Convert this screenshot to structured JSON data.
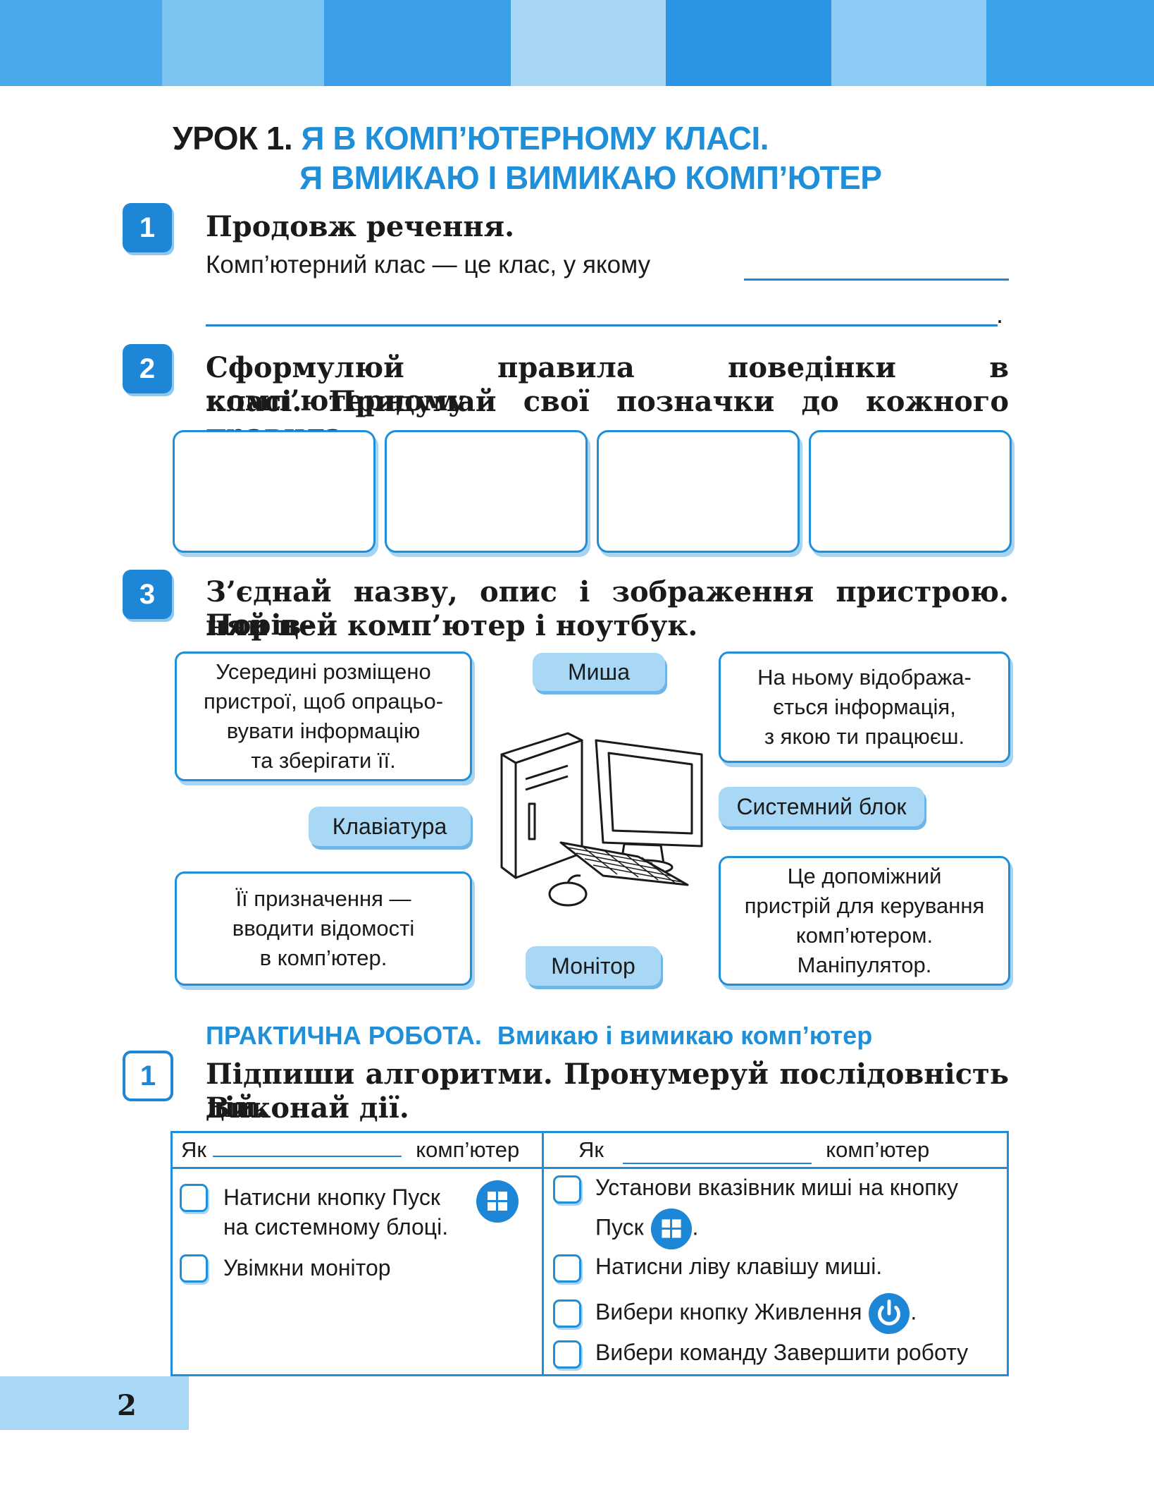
{
  "colors": {
    "accent": "#1e86d6",
    "band": [
      "#4aa9ea",
      "#7cc4f2",
      "#3a9fe6",
      "#9ad2f6",
      "#2a95e3",
      "#5cb4ee",
      "#8ccbf3",
      "#3aa2e8"
    ]
  },
  "title": {
    "label": "УРОК 1.",
    "line1": "Я В КОМП’ЮТЕРНОМУ КЛАСІ.",
    "line2": "Я ВМИКАЮ І ВИМИКАЮ КОМП’ЮТЕР"
  },
  "task1": {
    "number": "1",
    "heading": "Продовж речення.",
    "sentence": "Комп’ютерний клас — це клас, у якому",
    "end_mark": "."
  },
  "task2": {
    "number": "2",
    "text_line1": "Сформулюй правила поведінки в комп’ютерному",
    "text_line2": "класі. Придумай свої позначки до кожного правила."
  },
  "task3": {
    "number": "3",
    "text_line1": "З’єднай назву, опис і зображення пристрою. Порів-",
    "text_line2": "няй цей комп’ютер і ноутбук.",
    "desc1": [
      "Усередині розміщено",
      "пристрої, щоб опрацьо-",
      "вувати інформацію",
      "та зберігати її."
    ],
    "desc2": [
      "На ньому відобража-",
      "ється інформація,",
      "з якою ти працюєш."
    ],
    "desc3": [
      "Її призначення —",
      "вводити відомості",
      "в комп’ютер."
    ],
    "desc4": [
      "Це допоміжний",
      "пристрій для керування",
      "комп’ютером.",
      "Маніпулятор."
    ],
    "labels": {
      "mouse": "Миша",
      "keyboard": "Клавіатура",
      "system_unit": "Системний блок",
      "monitor": "Монітор"
    },
    "image": "desktop-computer-illustration"
  },
  "practical": {
    "title_bold": "ПРАКТИЧНА РОБОТА.",
    "title_rest": "Вмикаю і вимикаю комп’ютер",
    "number": "1",
    "text_line1": "Підпиши алгоритми. Пронумеруй послідовність дій.",
    "text_line2": "Виконай дії.",
    "col_left": {
      "prefix": "Як",
      "suffix": "комп’ютер",
      "steps": [
        {
          "line1": "Натисни кнопку Пуск",
          "line2": "на системному блоці.",
          "icon": "windows-icon"
        },
        {
          "line1": "Увімкни монітор"
        }
      ]
    },
    "col_right": {
      "prefix": "Як",
      "suffix": "комп’ютер",
      "steps": [
        {
          "line1": "Установи вказівник миші на кнопку",
          "line2": "Пуск",
          "icon": "windows-icon"
        },
        {
          "line1": "Натисни ліву клавішу миші."
        },
        {
          "line1": "Вибери кнопку Живлення",
          "icon": "power-icon"
        },
        {
          "line1": "Вибери команду Завершити роботу"
        }
      ]
    }
  },
  "page_number": "2"
}
